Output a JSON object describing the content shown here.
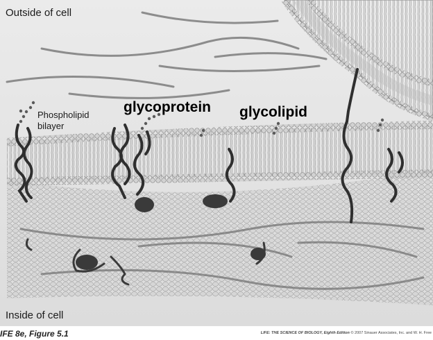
{
  "labels": {
    "outside": "Outside of cell",
    "inside": "Inside of cell",
    "phospholipid_line1": "Phospholipid",
    "phospholipid_line2": "bilayer",
    "glycoprotein": "glycoprotein",
    "glycolipid": "glycolipid"
  },
  "footer": {
    "figure": "IFE 8e, Figure 5.1",
    "book": "LIFE: THE SCIENCE OF BIOLOGY, Eighth Edition",
    "credit": "© 2007 Sinauer Associates, Inc. and W. H. Free"
  },
  "colors": {
    "background": "#e6e6e6",
    "lipid_head": "#cfcfcf",
    "lipid_tail": "#bdbdbd",
    "protein": "#3a3a3a",
    "fiber": "#7a7a7a"
  }
}
